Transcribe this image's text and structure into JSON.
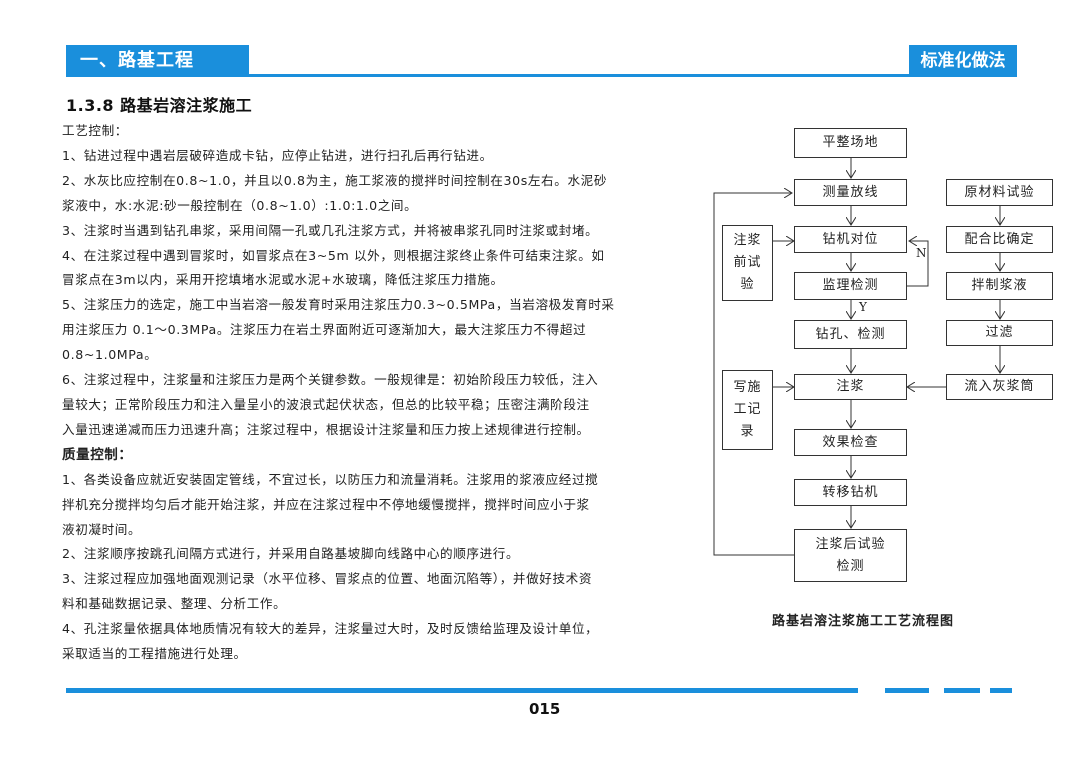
{
  "header": {
    "left_title": "一、路基工程",
    "right_title": "标准化做法"
  },
  "section_title": "1.3.8 路基岩溶注浆施工",
  "body_lines": [
    {
      "text": "工艺控制：",
      "sub": false
    },
    {
      "text": "1、钻进过程中遇岩层破碎造成卡钻，应停止钻进，进行扫孔后再行钻进。",
      "sub": false
    },
    {
      "text": "2、水灰比应控制在0.8~1.0，并且以0.8为主，施工浆液的搅拌时间控制在30s左右。水泥砂",
      "sub": false
    },
    {
      "text": "浆液中，水:水泥:砂一般控制在（0.8~1.0）:1.0:1.0之间。",
      "sub": false
    },
    {
      "text": "3、注浆时当遇到钻孔串浆，采用间隔一孔或几孔注浆方式，并将被串浆孔同时注浆或封堵。",
      "sub": false
    },
    {
      "text": "4、在注浆过程中遇到冒浆时，如冒浆点在3~5m 以外，则根据注浆终止条件可结束注浆。如",
      "sub": false
    },
    {
      "text": "冒浆点在3m以内，采用开挖填堵水泥或水泥+水玻璃，降低注浆压力措施。",
      "sub": false
    },
    {
      "text": "5、注浆压力的选定，施工中当岩溶一般发育时采用注浆压力0.3~0.5MPa，当岩溶极发育时采",
      "sub": false
    },
    {
      "text": "用注浆压力 0.1～0.3MPa。注浆压力在岩土界面附近可逐渐加大，最大注浆压力不得超过",
      "sub": false
    },
    {
      "text": "0.8~1.0MPa。",
      "sub": false
    },
    {
      "text": "6、注浆过程中，注浆量和注浆压力是两个关键参数。一般规律是：初始阶段压力较低，注入",
      "sub": false
    },
    {
      "text": "量较大；正常阶段压力和注入量呈小的波浪式起伏状态，但总的比较平稳；压密注满阶段注",
      "sub": false
    },
    {
      "text": "入量迅速递减而压力迅速升高；注浆过程中，根据设计注浆量和压力按上述规律进行控制。",
      "sub": false
    },
    {
      "text": "质量控制：",
      "sub": true
    },
    {
      "text": "1、各类设备应就近安装固定管线，不宜过长，以防压力和流量消耗。注浆用的浆液应经过搅",
      "sub": false
    },
    {
      "text": "拌机充分搅拌均匀后才能开始注浆，并应在注浆过程中不停地缓慢搅拌，搅拌时间应小于浆",
      "sub": false
    },
    {
      "text": "液初凝时间。",
      "sub": false
    },
    {
      "text": "2、注浆顺序按跳孔间隔方式进行，并采用自路基坡脚向线路中心的顺序进行。",
      "sub": false
    },
    {
      "text": "3、注浆过程应加强地面观测记录（水平位移、冒浆点的位置、地面沉陷等），并做好技术资",
      "sub": false
    },
    {
      "text": "料和基础数据记录、整理、分析工作。",
      "sub": false
    },
    {
      "text": "4、孔注浆量依据具体地质情况有较大的差异，注浆量过大时，及时反馈给监理及设计单位，",
      "sub": false
    },
    {
      "text": "采取适当的工程措施进行处理。",
      "sub": false
    }
  ],
  "flowchart": {
    "boxes": [
      {
        "id": "level",
        "label": "平整场地"
      },
      {
        "id": "survey",
        "label": "测量放线"
      },
      {
        "id": "rig",
        "label": "钻机对位"
      },
      {
        "id": "supervise",
        "label": "监理检测"
      },
      {
        "id": "drill",
        "label": "钻孔、检测"
      },
      {
        "id": "grout",
        "label": "注浆"
      },
      {
        "id": "effect",
        "label": "效果检查"
      },
      {
        "id": "move",
        "label": "转移钻机"
      },
      {
        "id": "posttest",
        "label": "注浆后试验\n检测"
      },
      {
        "id": "material",
        "label": "原材料试验"
      },
      {
        "id": "mix",
        "label": "配合比确定"
      },
      {
        "id": "stir",
        "label": "拌制浆液"
      },
      {
        "id": "filter",
        "label": "过滤"
      },
      {
        "id": "tank",
        "label": "流入灰浆筒"
      },
      {
        "id": "pretest",
        "label": "注浆\n前试\n验"
      },
      {
        "id": "record",
        "label": "写施\n工记\n录"
      }
    ],
    "labels": {
      "no": "N",
      "yes": "Y"
    },
    "caption": "路基岩溶注浆施工工艺流程图"
  },
  "footer": {
    "page_number": "015"
  },
  "colors": {
    "accent": "#1a8fdc"
  }
}
